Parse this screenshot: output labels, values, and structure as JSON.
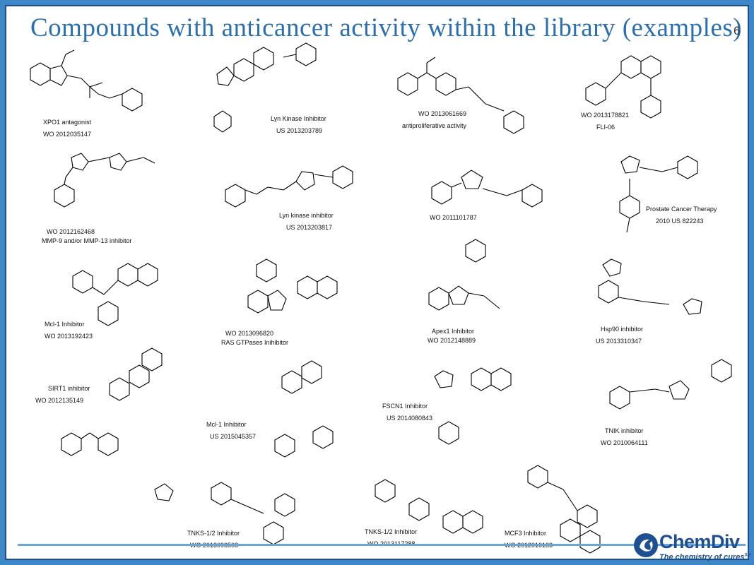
{
  "slide": {
    "title": "Compounds with anticancer activity within the library (examples)",
    "page_number": "6"
  },
  "compounds": [
    {
      "line1": "XPO1 antagonist",
      "line2": "WO 2012035147"
    },
    {
      "line1": "Lyn Kinase Inhibitor",
      "line2": "US 2013203789"
    },
    {
      "line1": "WO 2013061669",
      "line2": "antiproliferative activity"
    },
    {
      "line1": "WO 2013178821",
      "line2": "FLI-06"
    },
    {
      "line1": "WO 2012162468",
      "line2": "MMP-9 and/or MMP-13 inhibitor"
    },
    {
      "line1": "Lyn kinase inhibitor",
      "line2": "US 2013203817"
    },
    {
      "line1": "WO 2011101787",
      "line2": ""
    },
    {
      "line1": "Prostate Cancer Therapy",
      "line2": "2010 US 822243"
    },
    {
      "line1": "Mcl-1 Inhibitor",
      "line2": "WO 2013192423"
    },
    {
      "line1": "WO 2013096820",
      "line2": "RAS GTPases Inihibitor"
    },
    {
      "line1": "Apex1 Inhibitor",
      "line2": "WO 2012148889"
    },
    {
      "line1": "Hsp90 inhibitor",
      "line2": "US 2013310347"
    },
    {
      "line1": "SIRT1 inhibitor",
      "line2": "WO 2012135149"
    },
    {
      "line1": "Mcl-1 Inhibitor",
      "line2": "US 2015045357"
    },
    {
      "line1": "FSCN1 Inhibitor",
      "line2": "US 2014080843"
    },
    {
      "line1": "TNIK inhibitor",
      "line2": "WO 2010064111"
    },
    {
      "line1": "TNKS-1/2 Inhibitor",
      "line2": "WO 2013093508"
    },
    {
      "line1": "TNKS-1/2 Inhibitor",
      "line2": "WO 2013117288"
    },
    {
      "line1": "MCF3 Inhibitor",
      "line2": "WO 2012016133"
    }
  ],
  "logo": {
    "name": "ChemDiv",
    "tagline": "The chemistry of cures",
    "mark": "SM"
  }
}
